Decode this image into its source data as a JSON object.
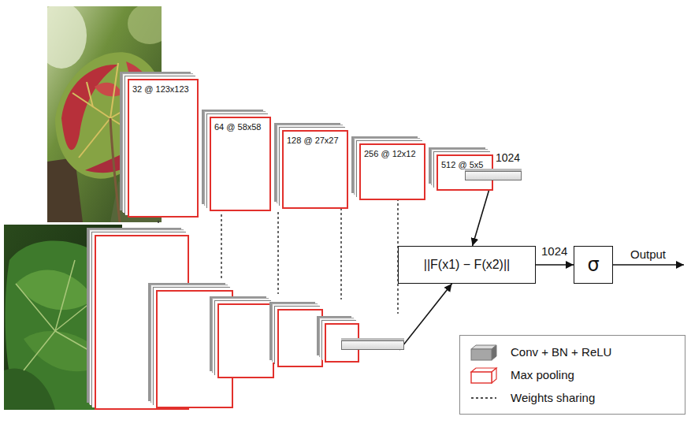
{
  "diagram": {
    "nodes": [
      {
        "text": [
          "32 @ 123x123"
        ]
      },
      {
        "text": [
          "64 @ 58x58"
        ]
      },
      {
        "text": [
          "128 @ 27x27"
        ]
      },
      {
        "text": [
          "256 @ 12x12"
        ]
      },
      {
        "text": [
          "512 @ 5x5"
        ]
      },
      {
        "text": [
          "1024"
        ]
      },
      {
        "text": [
          "||F(x1) − F(x2)||"
        ]
      },
      {
        "text": [
          "σ"
        ]
      }
    ],
    "edges": [
      {
        "from": 5,
        "to": 6,
        "arrow": "to"
      },
      {
        "from": 6,
        "to": 7,
        "label": "1024",
        "arrow": "to"
      }
    ],
    "labels": [
      "Output"
    ],
    "legend": [
      {
        "text": "Conv + BN + ReLU"
      },
      {
        "text": "Max pooling"
      },
      {
        "text": "Weights sharing"
      }
    ]
  }
}
